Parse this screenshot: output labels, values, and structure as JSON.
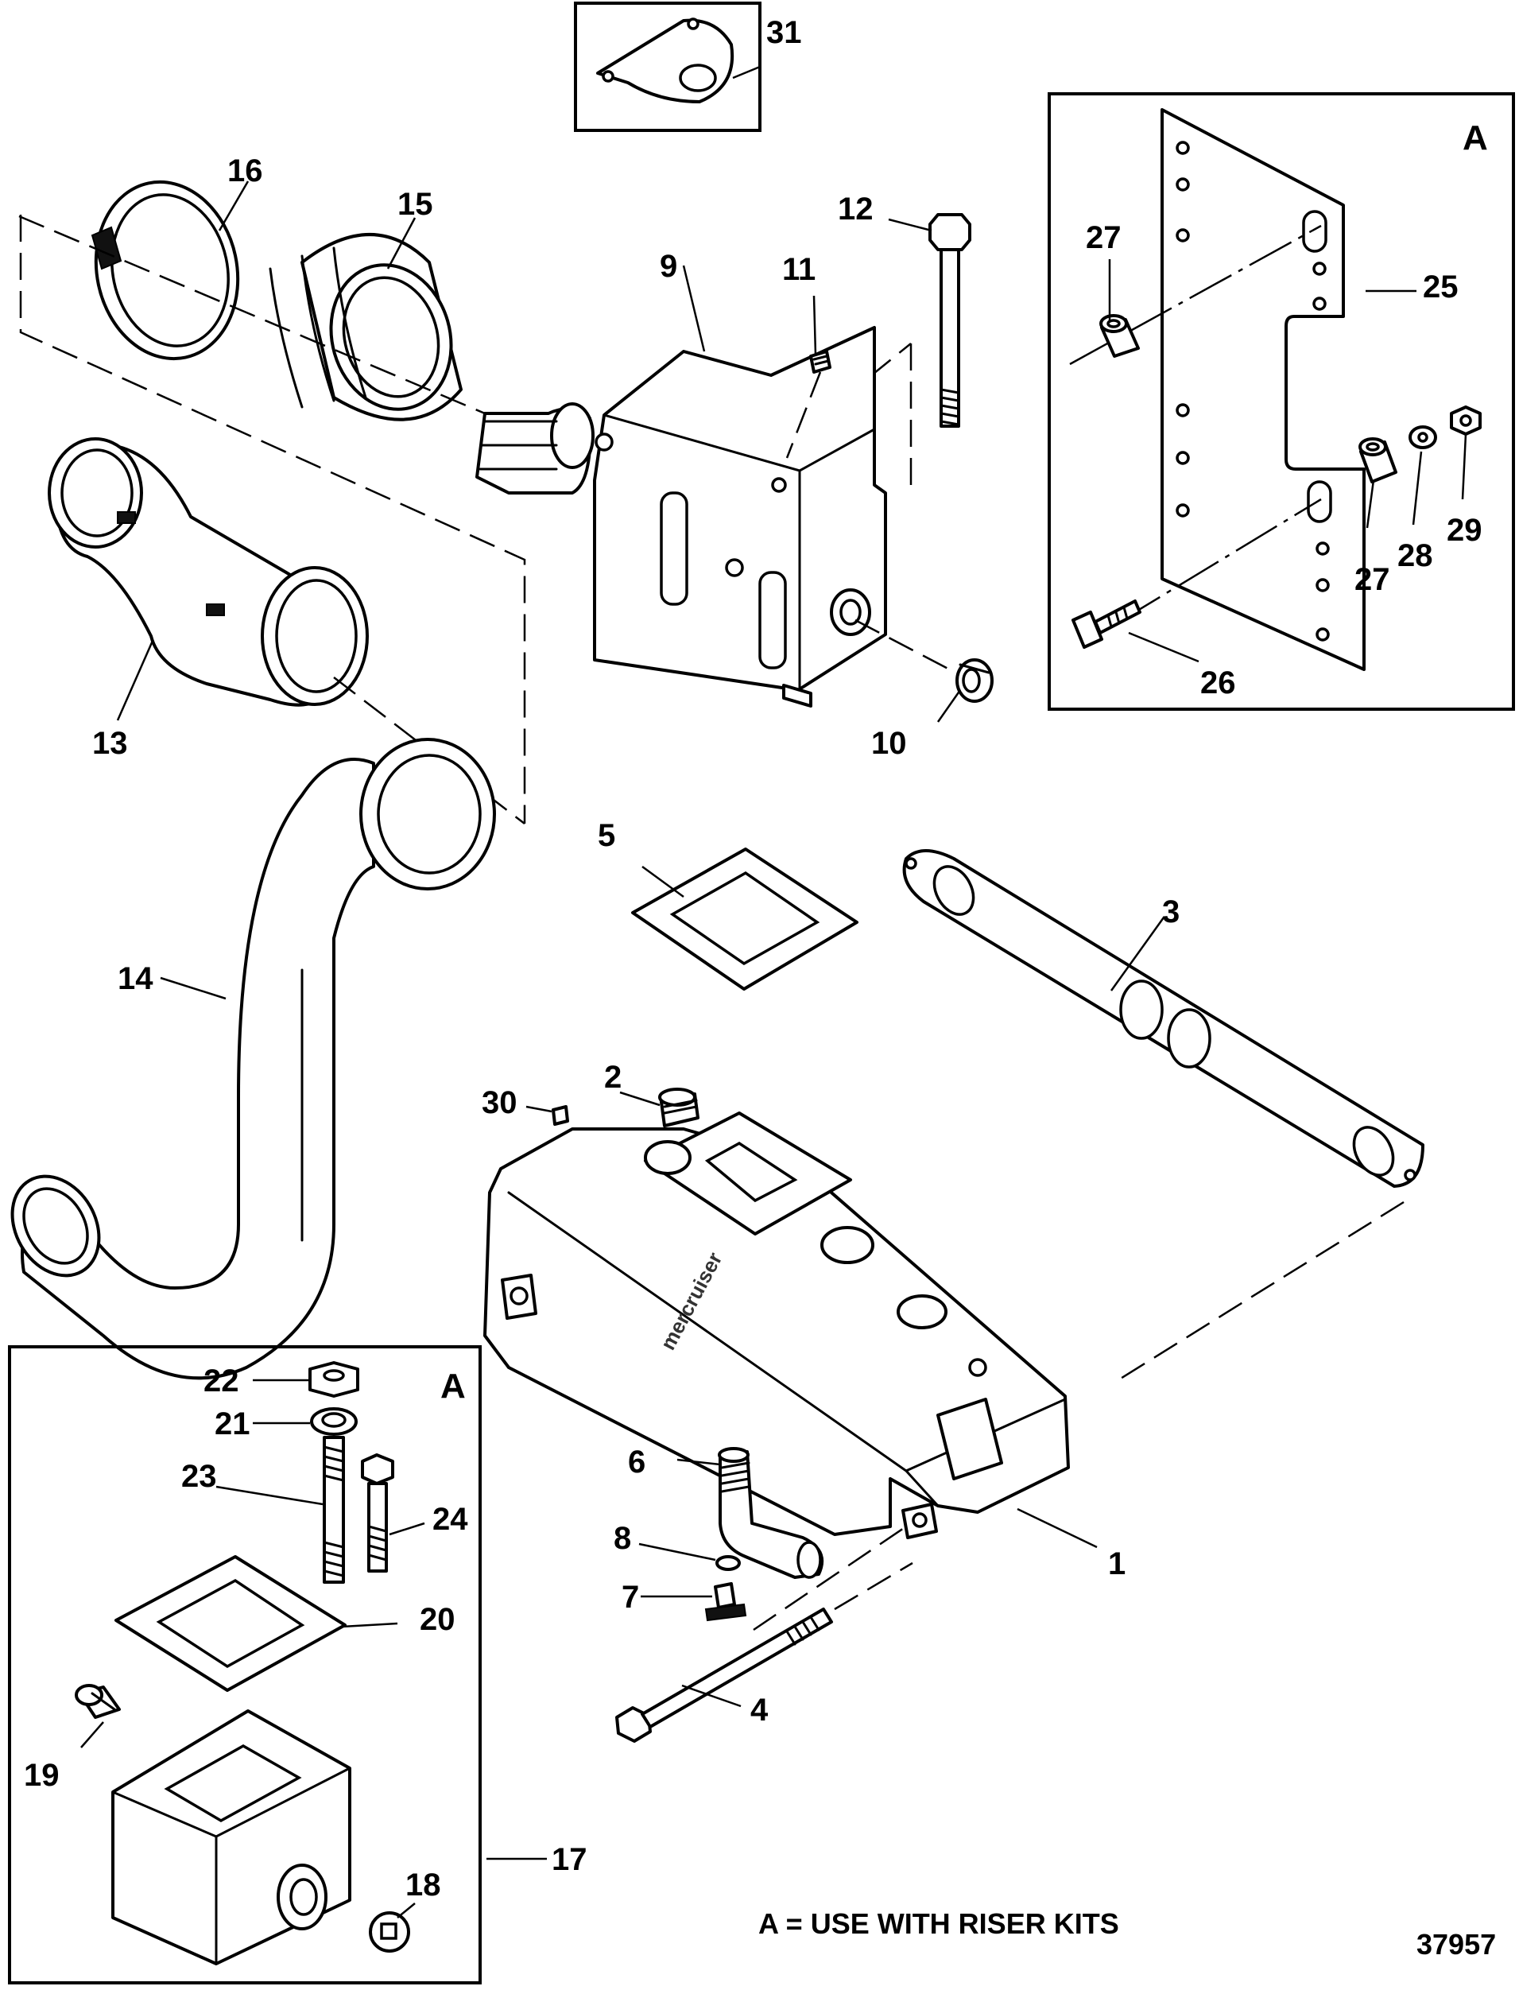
{
  "callouts": {
    "p1": "1",
    "p2": "2",
    "p3": "3",
    "p4": "4",
    "p5": "5",
    "p6": "6",
    "p7": "7",
    "p8": "8",
    "p9": "9",
    "p10": "10",
    "p11": "11",
    "p12": "12",
    "p13": "13",
    "p14": "14",
    "p15": "15",
    "p16": "16",
    "p17": "17",
    "p18": "18",
    "p19": "19",
    "p20": "20",
    "p21": "21",
    "p22": "22",
    "p23": "23",
    "p24": "24",
    "p25": "25",
    "p26": "26",
    "p27a": "27",
    "p27b": "27",
    "p28": "28",
    "p29": "29",
    "p30": "30",
    "p31": "31"
  },
  "insets": {
    "riser_kit_right": "A",
    "riser_kit_left": "A"
  },
  "manifold_brand": "mercruiser",
  "footnote": "A = USE WITH RISER KITS",
  "figure_number": "37957"
}
